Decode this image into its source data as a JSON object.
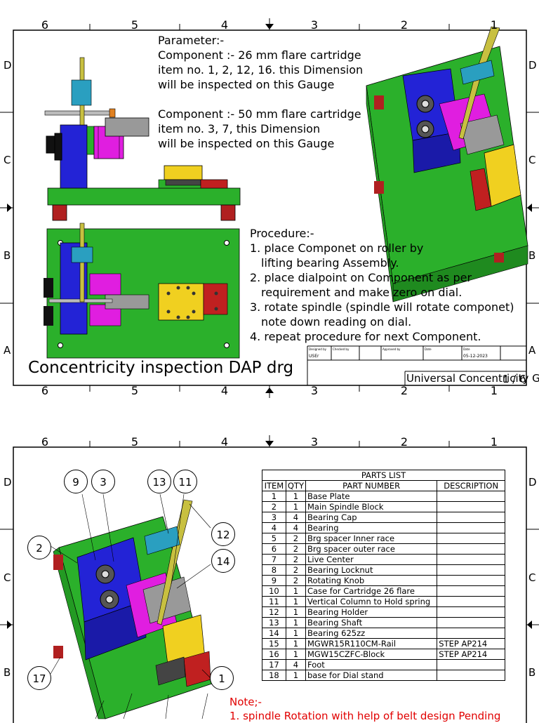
{
  "frame": {
    "zone_numbers": [
      "6",
      "5",
      "4",
      "3",
      "2",
      "1"
    ],
    "zone_letters_sheet1": [
      "D",
      "C",
      "B",
      "A"
    ],
    "zone_letters_sheet2": [
      "D",
      "C",
      "B"
    ]
  },
  "sheet1": {
    "parameter": {
      "heading": "Parameter:-",
      "lines": [
        "Component :- 26 mm flare cartridge",
        "item no. 1, 2, 12, 16. this Dimension",
        "will be inspected on this Gauge",
        "",
        "Component :- 50 mm flare cartridge",
        "item no. 3, 7, this Dimension",
        "will be inspected on this Gauge"
      ]
    },
    "procedure": {
      "heading": "Procedure:-",
      "steps": [
        "1. place Componet on roller by",
        "lifting bearing Assembly.",
        "2. place dialpoint on Component as per",
        "requirement and make zero on dial.",
        "3. rotate spindle (spindle will rotate componet)",
        "note down reading on dial.",
        "4. repeat procedure for next Component."
      ]
    },
    "drawing_title": "Concentricity inspection DAP drg",
    "title_block": {
      "designed_by_label": "Designed by",
      "checked_by_label": "Checked by",
      "approved_by_label": "Approved by",
      "date_label_1": "Date",
      "date_label_2": "Date",
      "designed_by": "USEr",
      "date": "05-12-2023",
      "name": "Universal Concentricity Gauge",
      "sheet_number": "1 / 6"
    }
  },
  "sheet2": {
    "balloons": [
      "9",
      "3",
      "13",
      "11",
      "12",
      "14",
      "2",
      "17",
      "1"
    ],
    "parts_list": {
      "title": "PARTS LIST",
      "headers": [
        "ITEM",
        "QTY",
        "PART NUMBER",
        "DESCRIPTION"
      ],
      "rows": [
        [
          "1",
          "1",
          "Base Plate",
          ""
        ],
        [
          "2",
          "1",
          "Main Spindle Block",
          ""
        ],
        [
          "3",
          "4",
          "Bearing Cap",
          ""
        ],
        [
          "4",
          "4",
          "Bearing",
          ""
        ],
        [
          "5",
          "2",
          "Brg spacer Inner race",
          ""
        ],
        [
          "6",
          "2",
          "Brg spacer outer race",
          ""
        ],
        [
          "7",
          "2",
          "Live Center",
          ""
        ],
        [
          "8",
          "2",
          "Bearing Locknut",
          ""
        ],
        [
          "9",
          "2",
          "Rotating Knob",
          ""
        ],
        [
          "10",
          "1",
          "Case for Cartridge 26 flare",
          ""
        ],
        [
          "11",
          "1",
          "Vertical Column to Hold spring",
          ""
        ],
        [
          "12",
          "1",
          "Bearing Holder",
          ""
        ],
        [
          "13",
          "1",
          "Bearing Shaft",
          ""
        ],
        [
          "14",
          "1",
          "Bearing 625zz",
          ""
        ],
        [
          "15",
          "1",
          "MGWR15R110CM-Rail",
          "STEP AP214"
        ],
        [
          "16",
          "1",
          "MGW15CZFC-Block",
          "STEP AP214"
        ],
        [
          "17",
          "4",
          "Foot",
          ""
        ],
        [
          "18",
          "1",
          "base for Dial stand",
          ""
        ]
      ]
    },
    "note": {
      "heading": "Note;-",
      "line1": "1. spindle Rotation with help of belt design Pending"
    }
  },
  "colors": {
    "base_plate": "#2bb02b",
    "spindle_block": "#2323d6",
    "bearing_cap": "#e01ee0",
    "dial_column": "#c8c040",
    "rail_block": "#f0d020",
    "foot": "#b02020",
    "note_red": "#e10000",
    "holder": "#2a9fc0"
  }
}
